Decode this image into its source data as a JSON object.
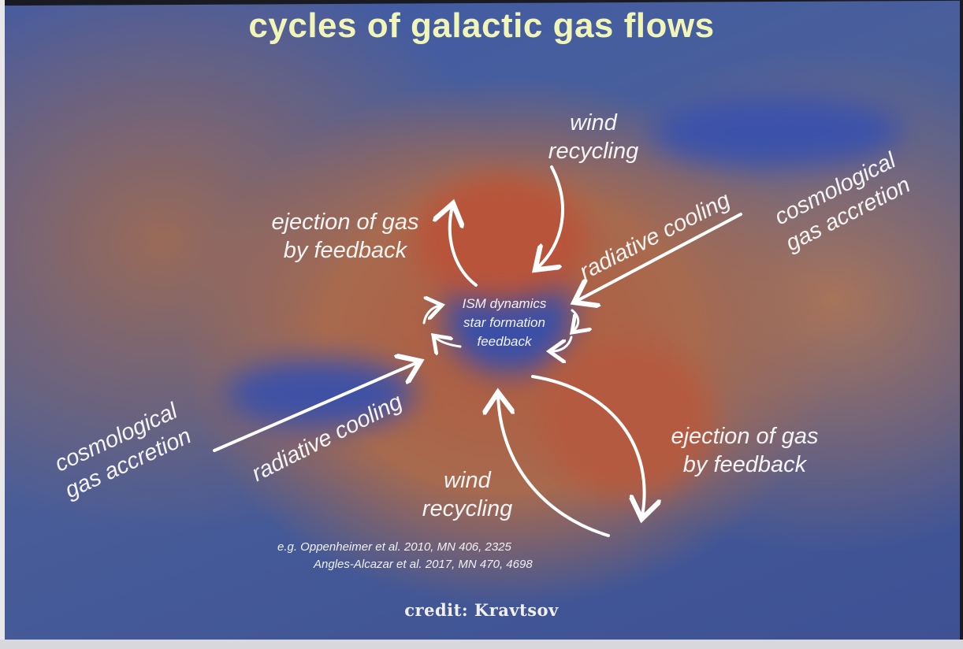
{
  "title": "cycles of galactic gas flows",
  "labels": {
    "wind_recycling_top": [
      "wind",
      "recycling"
    ],
    "ejection_left": [
      "ejection of gas",
      "by feedback"
    ],
    "radiative_cooling_top": "radiative cooling",
    "cosmological_right": [
      "cosmological",
      "gas accretion"
    ],
    "cosmological_left": [
      "cosmological",
      "gas accretion"
    ],
    "radiative_cooling_bottom": "radiative cooling",
    "ejection_right": [
      "ejection of gas",
      "by feedback"
    ],
    "wind_recycling_bottom": [
      "wind",
      "recycling"
    ]
  },
  "center": [
    "ISM dynamics",
    "star formation",
    "feedback"
  ],
  "references": [
    "e.g. Oppenheimer et al.  2010, MN 406, 2325",
    "Angles-Alcazar et al. 2017, MN 470, 4698"
  ],
  "credit": "credit: Kravtsov",
  "colors": {
    "title": "#f1f6b8",
    "text": "#f4f4f4",
    "arrow": "#ffffff",
    "hot_gas": "#b05a3e",
    "cold_gas": "#3f5aa6"
  }
}
